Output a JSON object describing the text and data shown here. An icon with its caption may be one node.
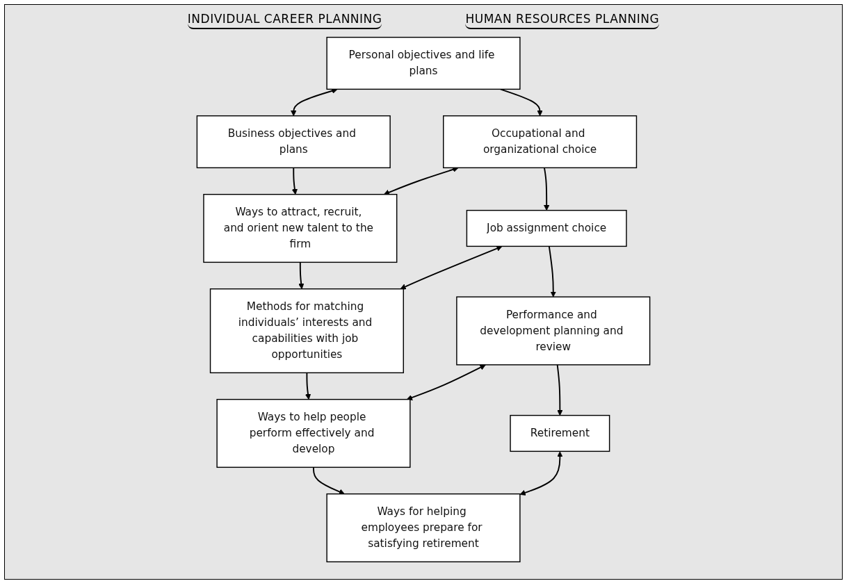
{
  "diagram": {
    "nodes": [
      {
        "text": [
          "Personal objectives and life plans"
        ]
      },
      {
        "text": [
          "Business objectives and plans"
        ]
      },
      {
        "text": [
          "Occupational and organizational choice"
        ]
      },
      {
        "text": [
          "Ways to attract, recruit, and orient new talent to the firm"
        ]
      },
      {
        "text": [
          "Job assignment choice"
        ]
      },
      {
        "text": [
          "Methods for matching individuals’ interests and capabilities with job opportunities"
        ]
      },
      {
        "text": [
          "Performance and development planning and review"
        ]
      },
      {
        "text": [
          "Ways to help people perform effectively and develop"
        ]
      },
      {
        "text": [
          "Retirement"
        ]
      },
      {
        "text": [
          "Ways for helping employees prepare for satisfying retirement"
        ]
      }
    ],
    "edges": [
      {
        "from": 0,
        "to": 1,
        "arrow": "both"
      },
      {
        "from": 0,
        "to": 2,
        "arrow": "to"
      },
      {
        "from": 1,
        "to": 3,
        "arrow": "to"
      },
      {
        "from": 2,
        "to": 3,
        "arrow": "both"
      },
      {
        "from": 2,
        "to": 4,
        "arrow": "to"
      },
      {
        "from": 3,
        "to": 5,
        "arrow": "to"
      },
      {
        "from": 4,
        "to": 5,
        "arrow": "both"
      },
      {
        "from": 4,
        "to": 6,
        "arrow": "to"
      },
      {
        "from": 5,
        "to": 7,
        "arrow": "to"
      },
      {
        "from": 6,
        "to": 7,
        "arrow": "both"
      },
      {
        "from": 6,
        "to": 8,
        "arrow": "to"
      },
      {
        "from": 7,
        "to": 9,
        "arrow": "to"
      },
      {
        "from": 8,
        "to": 9,
        "arrow": "both"
      }
    ],
    "labels": [
      "INDIVIDUAL CAREER PLANNING",
      "HUMAN RESOURCES PLANNING"
    ]
  }
}
